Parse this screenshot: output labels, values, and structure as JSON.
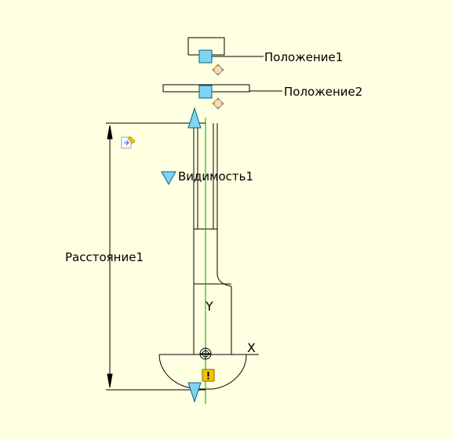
{
  "labels": {
    "position1": "Положение1",
    "position2": "Положение2",
    "visibility1": "Видимость1",
    "distance1": "Расстояние1",
    "axis_x": "X",
    "axis_y": "Y"
  },
  "icons": {
    "move_grip": "move-arrows-icon",
    "lookup_grip": "lookup-icon",
    "warning_badge": "warning-icon",
    "ucs_origin": "crosshair-circle-icon"
  },
  "colors": {
    "background": "#FFFFE1",
    "line": "#000000",
    "grip_fill": "#7FD4F2",
    "grip_stroke": "#0B5F86",
    "axis_green": "#00A000",
    "warning": "#F2C200"
  }
}
